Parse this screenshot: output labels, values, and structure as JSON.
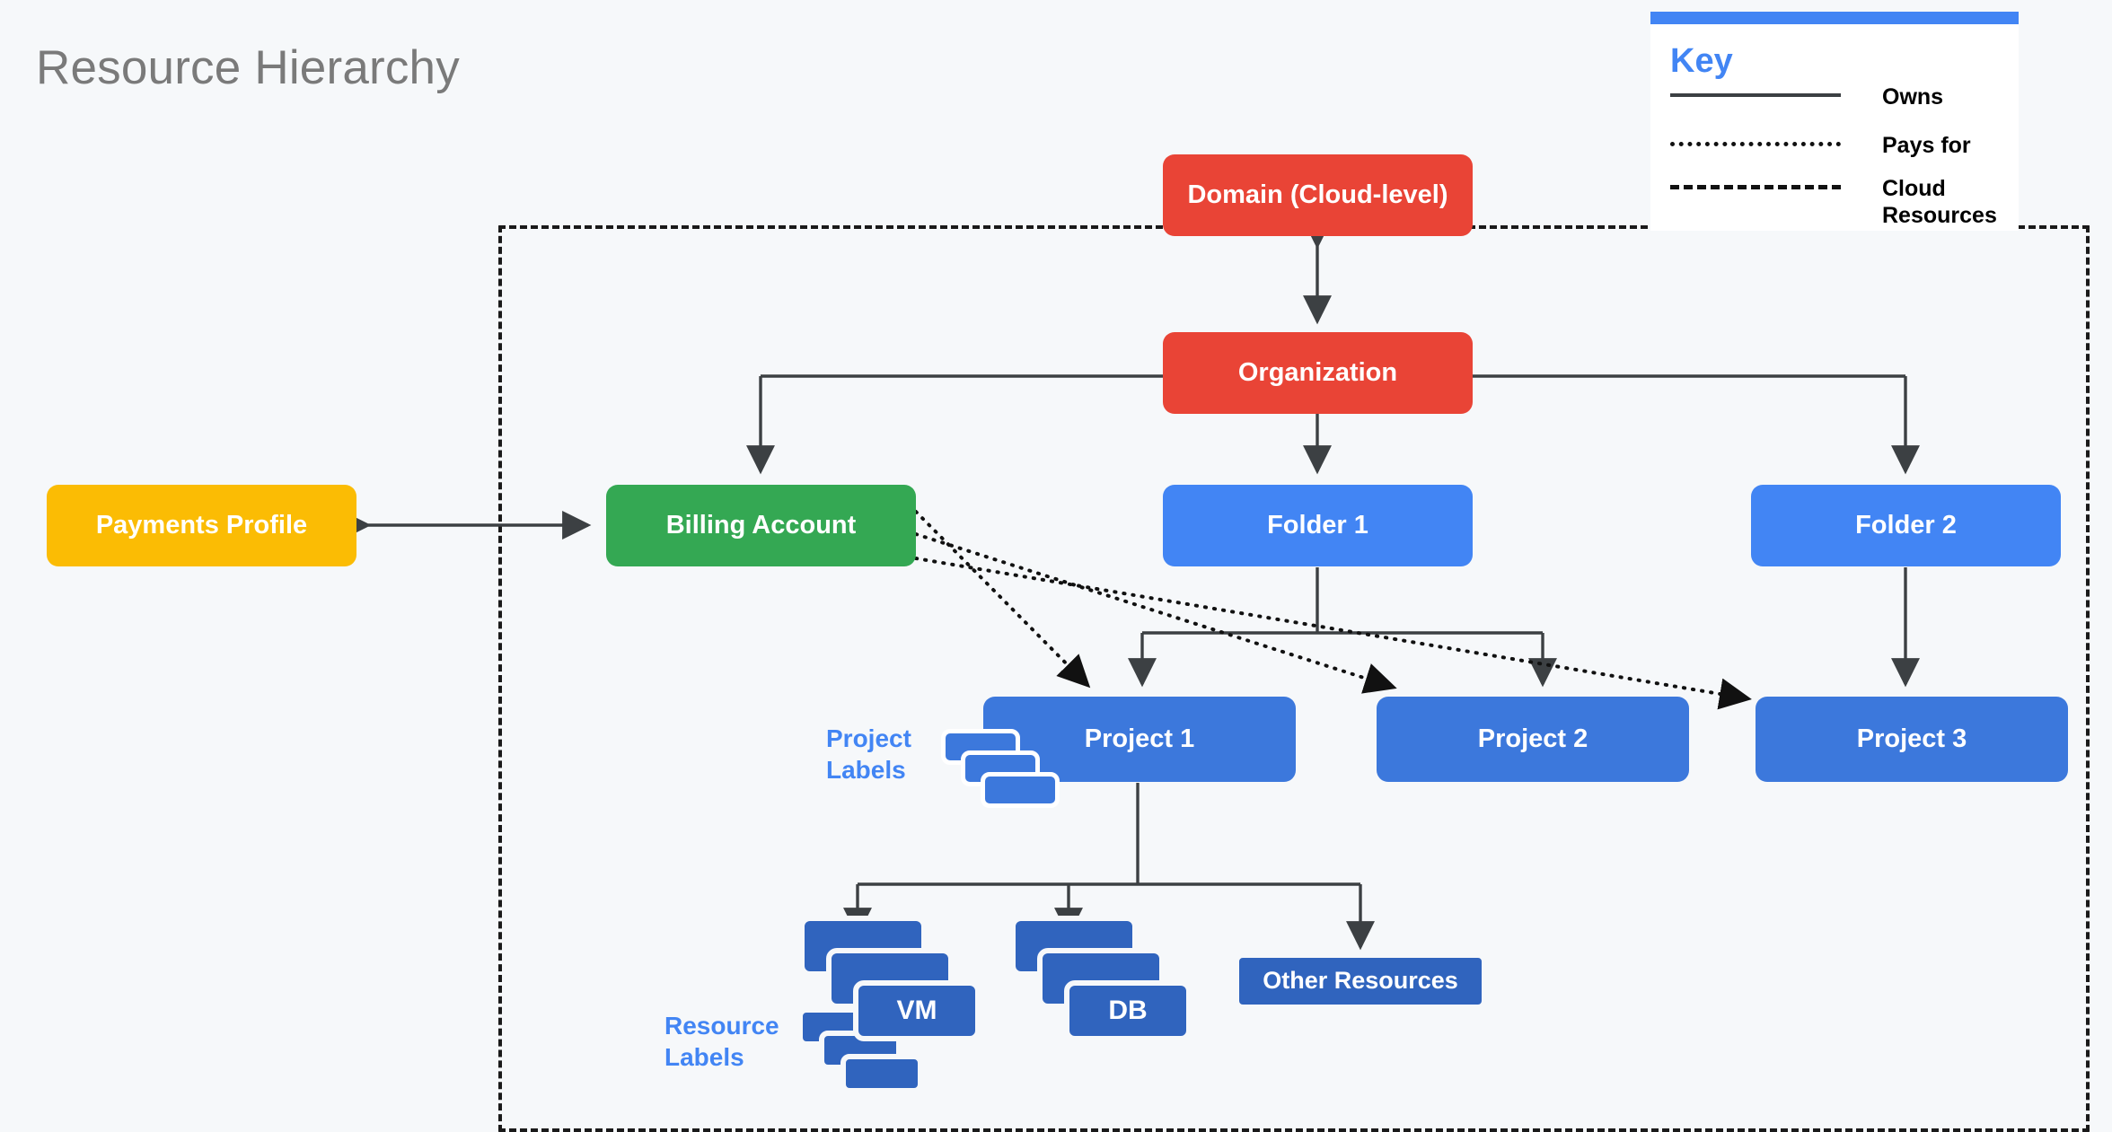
{
  "page": {
    "title": "Resource Hierarchy",
    "background_color": "#F6F8FA"
  },
  "colors": {
    "red": "#E94436",
    "green": "#34A853",
    "yellow": "#FBBC04",
    "folder_blue": "#4285F4",
    "project_blue": "#3C78DC",
    "resource_blue": "#3064BE",
    "edge_gray": "#3C4043",
    "title_gray": "#7A7A7A",
    "accent_blue": "#4285F4"
  },
  "key": {
    "title": "Key",
    "rows": [
      {
        "style": "solid",
        "label": "Owns"
      },
      {
        "style": "dotted",
        "label": "Pays for"
      },
      {
        "style": "dashed",
        "label": "Cloud Resources"
      }
    ]
  },
  "nodes": {
    "domain": "Domain (Cloud-level)",
    "organization": "Organization",
    "payments_profile": "Payments Profile",
    "billing_account": "Billing Account",
    "folder_1": "Folder 1",
    "folder_2": "Folder 2",
    "project_1": "Project 1",
    "project_2": "Project 2",
    "project_3": "Project 3",
    "vm": "VM",
    "db": "DB",
    "other_resources": "Other Resources"
  },
  "annotations": {
    "project_labels": "Project Labels",
    "resource_labels": "Resource Labels"
  },
  "chart_data": {
    "type": "diagram",
    "title": "Resource Hierarchy",
    "boundary": {
      "name": "Cloud Resources",
      "style": "dashed",
      "contains": [
        "Organization",
        "Billing Account",
        "Folder 1",
        "Folder 2",
        "Project 1",
        "Project 2",
        "Project 3",
        "VM",
        "DB",
        "Other Resources"
      ]
    },
    "edges": [
      {
        "from": "Domain (Cloud-level)",
        "to": "Organization",
        "style": "solid",
        "arrow": "both",
        "relation": "Owns"
      },
      {
        "from": "Payments Profile",
        "to": "Billing Account",
        "style": "solid",
        "arrow": "both",
        "relation": "Owns"
      },
      {
        "from": "Organization",
        "to": "Billing Account",
        "style": "solid",
        "arrow": "to",
        "relation": "Owns"
      },
      {
        "from": "Organization",
        "to": "Folder 1",
        "style": "solid",
        "arrow": "to",
        "relation": "Owns"
      },
      {
        "from": "Organization",
        "to": "Folder 2",
        "style": "solid",
        "arrow": "to",
        "relation": "Owns"
      },
      {
        "from": "Folder 1",
        "to": "Project 1",
        "style": "solid",
        "arrow": "to",
        "relation": "Owns"
      },
      {
        "from": "Folder 1",
        "to": "Project 2",
        "style": "solid",
        "arrow": "to",
        "relation": "Owns"
      },
      {
        "from": "Folder 2",
        "to": "Project 3",
        "style": "solid",
        "arrow": "to",
        "relation": "Owns"
      },
      {
        "from": "Project 1",
        "to": "VM",
        "style": "solid",
        "arrow": "to",
        "relation": "Owns"
      },
      {
        "from": "Project 1",
        "to": "DB",
        "style": "solid",
        "arrow": "to",
        "relation": "Owns"
      },
      {
        "from": "Project 1",
        "to": "Other Resources",
        "style": "solid",
        "arrow": "to",
        "relation": "Owns"
      },
      {
        "from": "Billing Account",
        "to": "Project 1",
        "style": "dotted",
        "arrow": "to",
        "relation": "Pays for"
      },
      {
        "from": "Billing Account",
        "to": "Project 2",
        "style": "dotted",
        "arrow": "to",
        "relation": "Pays for"
      },
      {
        "from": "Billing Account",
        "to": "Project 3",
        "style": "dotted",
        "arrow": "to",
        "relation": "Pays for"
      }
    ]
  }
}
